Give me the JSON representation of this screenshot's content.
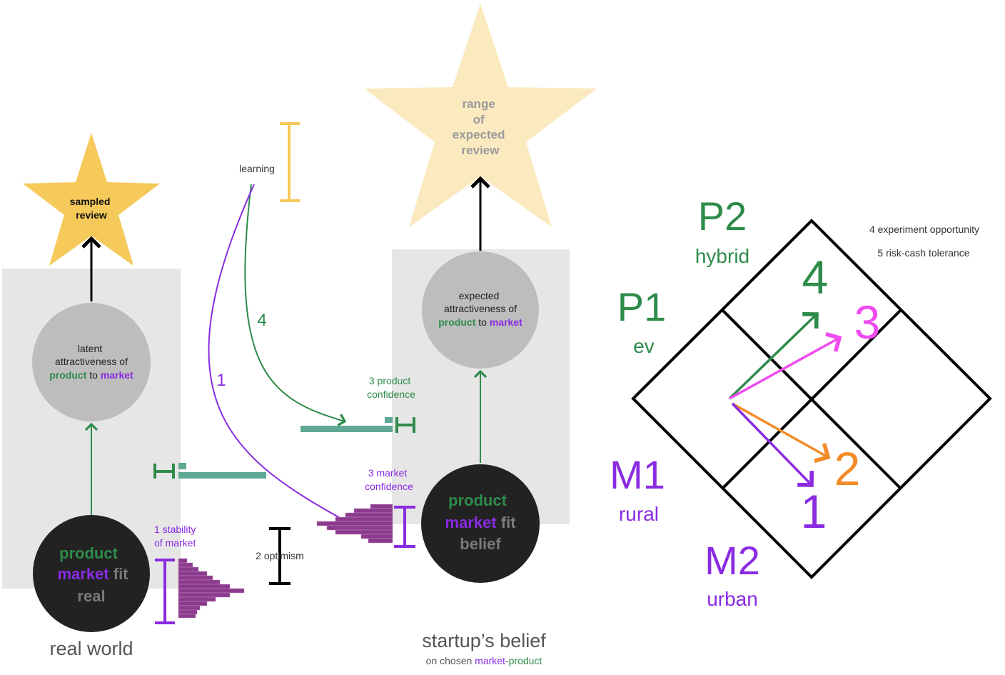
{
  "colors": {
    "green": "#2e8b4a",
    "purple": "#8a2be2",
    "gray_text": "#7a7a7a",
    "star_bright": "#f5c95a",
    "star_pale": "#fbe9bf",
    "orange": "#f28c28",
    "magenta": "#f04bf0",
    "panel": "#e6e6e6",
    "circle_gray": "#bdbdbd",
    "circle_dark": "#222222",
    "teal_bar": "#5fa893",
    "plum_bar": "#8b3a8e",
    "yellow_bar": "#f5c95a"
  },
  "left": {
    "star_label_1": "sampled",
    "star_label_2": "review",
    "latent_1": "latent",
    "latent_2": "attractiveness of",
    "latent_product": "product",
    "latent_to": "to",
    "latent_market": "market",
    "fit_product": "product",
    "fit_market": "market",
    "fit_fit": "fit",
    "fit_real": "real",
    "caption": "real world",
    "stability_1": "1 stability",
    "stability_2": "of market"
  },
  "middle": {
    "learning": "learning",
    "optimism": "2 optimism",
    "arrow_1": "1",
    "arrow_4": "4",
    "product_conf_1": "3 product",
    "product_conf_2": "confidence",
    "market_conf_1": "3 market",
    "market_conf_2": "confidence"
  },
  "right": {
    "star_1": "range",
    "star_2": "of",
    "star_3": "expected",
    "star_4": "review",
    "expected_1": "expected",
    "expected_2": "attractiveness of",
    "expected_product": "product",
    "expected_to": "to",
    "expected_market": "market",
    "belief_product": "product",
    "belief_market": "market",
    "belief_fit": "fit",
    "belief_belief": "belief",
    "caption": "startup’s belief",
    "sub_on": "on chosen",
    "sub_market": "market",
    "sub_dash": "-",
    "sub_product": "product"
  },
  "grid": {
    "p2": "P2",
    "p2_sub": "hybrid",
    "p1": "P1",
    "p1_sub": "ev",
    "m1": "M1",
    "m1_sub": "rural",
    "m2": "M2",
    "m2_sub": "urban",
    "opp_4": "4 experiment opportunity",
    "opp_5": "5 risk-cash tolerance",
    "num_1": "1",
    "num_2": "2",
    "num_3": "3",
    "num_4": "4"
  }
}
